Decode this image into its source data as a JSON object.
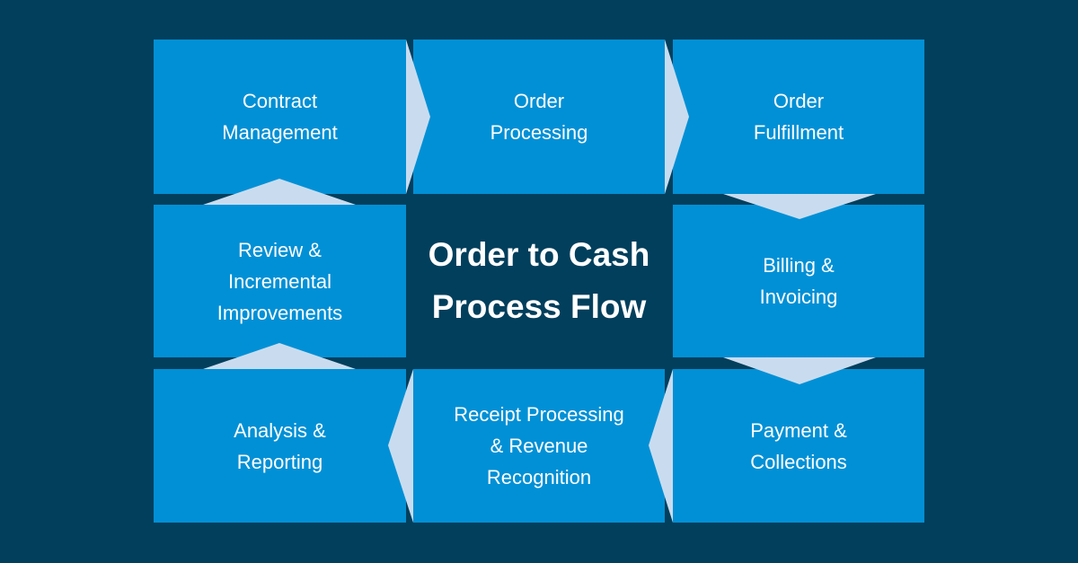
{
  "title": {
    "line1": "Order to Cash",
    "line2": "Process Flow"
  },
  "steps": [
    {
      "lines": [
        "Contract",
        "Management"
      ]
    },
    {
      "lines": [
        "Order",
        "Processing"
      ]
    },
    {
      "lines": [
        "Order",
        "Fulfillment"
      ]
    },
    {
      "lines": [
        "Billing &",
        "Invoicing"
      ]
    },
    {
      "lines": [
        "Payment &",
        "Collections"
      ]
    },
    {
      "lines": [
        "Receipt Processing",
        "& Revenue",
        "Recognition"
      ]
    },
    {
      "lines": [
        "Analysis &",
        "Reporting"
      ]
    },
    {
      "lines": [
        "Review &",
        "Incremental",
        "Improvements"
      ]
    }
  ],
  "colors": {
    "background": "#013f5c",
    "box": "#0190d6",
    "arrow": "#c9dcef",
    "text": "#ffffff"
  }
}
